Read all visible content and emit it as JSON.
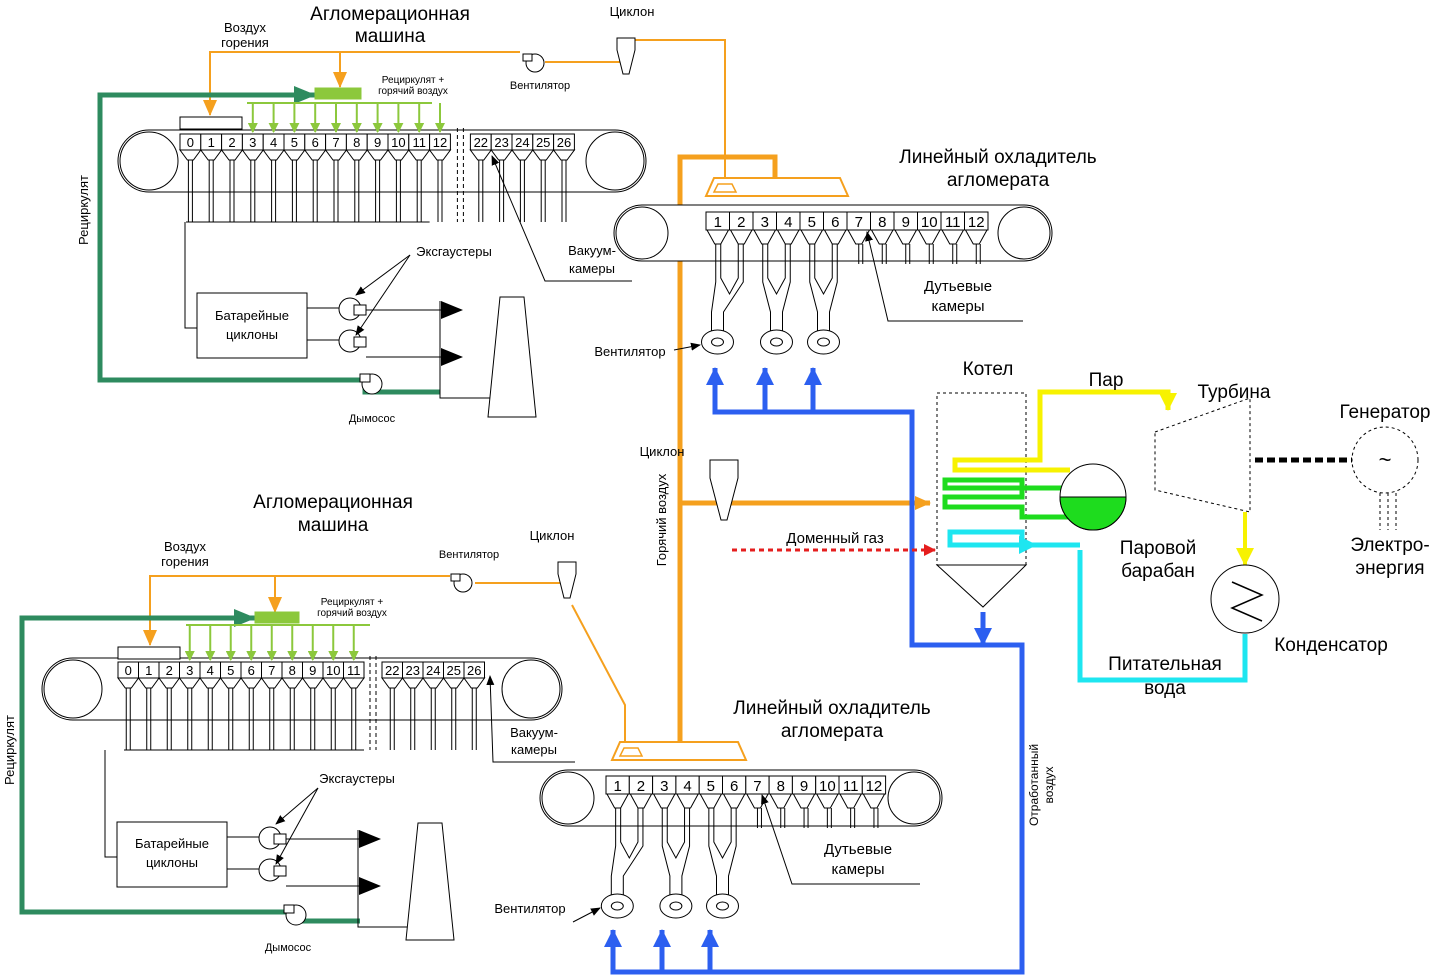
{
  "colors": {
    "orange": "#f5a01e",
    "green_dark": "#2e8b5f",
    "green_light": "#8cc83c",
    "blue": "#2c5ff0",
    "yellow": "#f7f200",
    "cyan": "#1ee6f0",
    "green_bright": "#1edc1e",
    "red": "#e51e1e"
  },
  "top_plant": {
    "machine_title": "Агломерационная машина",
    "air_label": "Воздух горения",
    "recirc_hot_label": "Рециркулят + горячий воздух",
    "cyclone_label": "Циклон",
    "fan_label": "Вентилятор",
    "recirc_label": "Рециркулят",
    "exhausters_label": "Эксгаустеры",
    "battery_cyclones_label": "Батарейные циклоны",
    "smoke_exhauster_label": "Дымосос",
    "vacuum_label": "Вакуум-камеры",
    "cooler_title": "Линейный охладитель агломерата",
    "blow_label": "Дутьевые камеры",
    "cooler_fan_label": "Вентилятор",
    "zones_left": [
      "0",
      "1",
      "2",
      "3",
      "4",
      "5",
      "6",
      "7",
      "8",
      "9",
      "10",
      "11",
      "12"
    ],
    "zones_right": [
      "22",
      "23",
      "24",
      "25",
      "26"
    ],
    "cooler_cells": [
      "1",
      "2",
      "3",
      "4",
      "5",
      "6",
      "7",
      "8",
      "9",
      "10",
      "11",
      "12"
    ]
  },
  "bottom_plant": {
    "machine_title": "Агломерационная машина",
    "air_label": "Воздух горения",
    "recirc_hot_label": "Рециркулят + горячий воздух",
    "cyclone_label": "Циклон",
    "fan_label": "Вентилятор",
    "recirc_label": "Рециркулят",
    "exhausters_label": "Эксгаустеры",
    "battery_cyclones_label": "Батарейные циклоны",
    "smoke_exhauster_label": "Дымосос",
    "vacuum_label": "Вакуум-камеры",
    "cooler_title": "Линейный охладитель агломерата",
    "blow_label": "Дутьевые камеры",
    "cooler_fan_label": "Вентилятор",
    "zones_left": [
      "0",
      "1",
      "2",
      "3",
      "4",
      "5",
      "6",
      "7",
      "8",
      "9",
      "10",
      "11"
    ],
    "zones_right": [
      "22",
      "23",
      "24",
      "25",
      "26"
    ],
    "cooler_cells": [
      "1",
      "2",
      "3",
      "4",
      "5",
      "6",
      "7",
      "8",
      "9",
      "10",
      "11",
      "12"
    ]
  },
  "center": {
    "cyclone_label": "Циклон",
    "hot_air_label": "Горячий воздух",
    "blast_gas_label": "Доменный газ",
    "spent_air_label": "Отработанный воздух"
  },
  "power": {
    "boiler_label": "Котел",
    "steam_label": "Пар",
    "turbine_label": "Турбина",
    "generator_label": "Генератор",
    "generator_symbol": "~",
    "electricity_label": "Электро-энергия",
    "drum_label": "Паровой барабан",
    "condenser_label": "Конденсатор",
    "feed_water_label": "Питательная вода"
  }
}
